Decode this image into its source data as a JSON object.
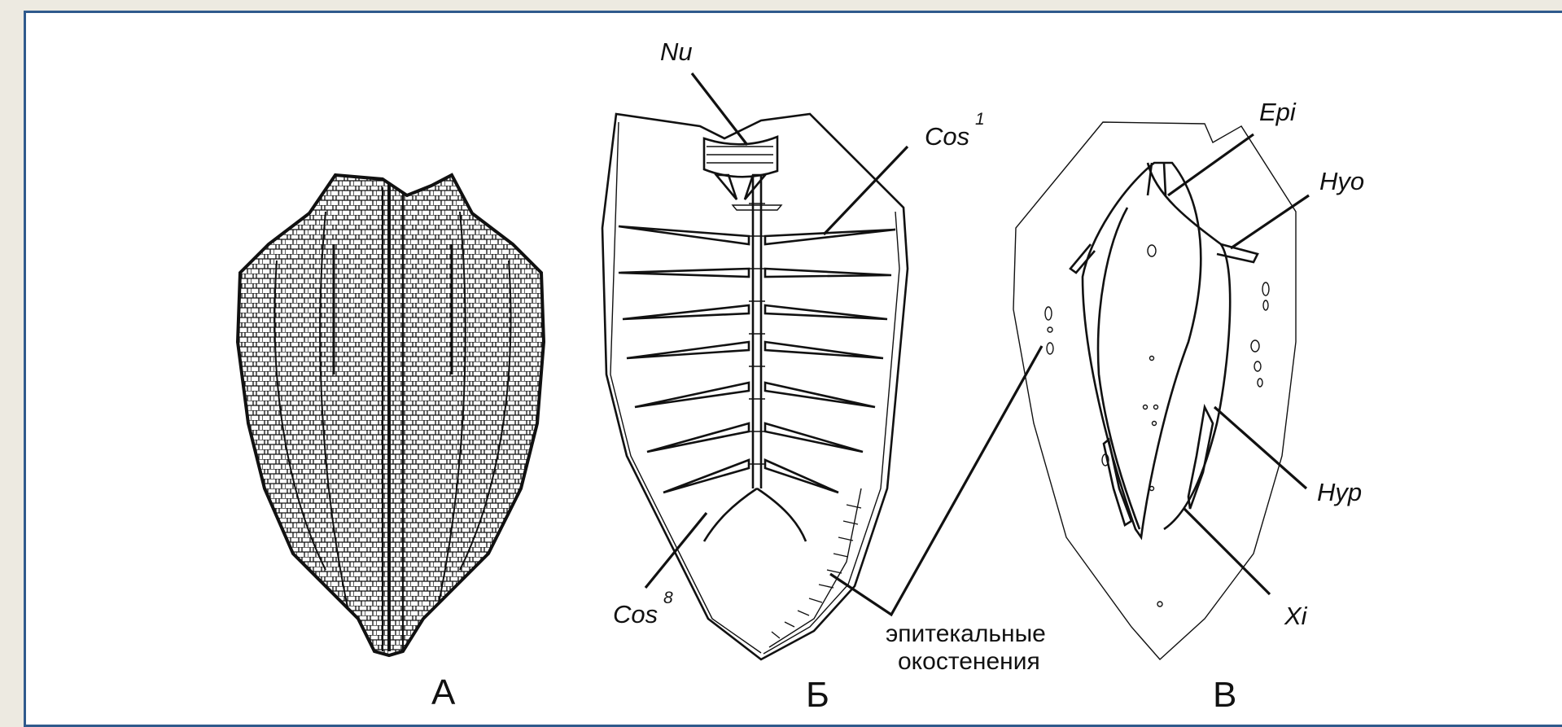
{
  "panels": [
    {
      "id": "A",
      "label": "А"
    },
    {
      "id": "B",
      "label": "Б"
    },
    {
      "id": "C",
      "label": "В"
    }
  ],
  "labels": {
    "nu": "Nu",
    "cos1_base": "Cos",
    "cos1_sup": "1",
    "cos8_base": "Cos",
    "cos8_sup": "8",
    "epi": "Epi",
    "hyo": "Hyo",
    "hyp": "Hyp",
    "xi": "Xi",
    "epithecal_line1": "эпитекальные",
    "epithecal_line2": "окостенения"
  },
  "colors": {
    "page_background": "#edeae1",
    "frame_border": "#2f5a8c",
    "ink": "#111111"
  }
}
